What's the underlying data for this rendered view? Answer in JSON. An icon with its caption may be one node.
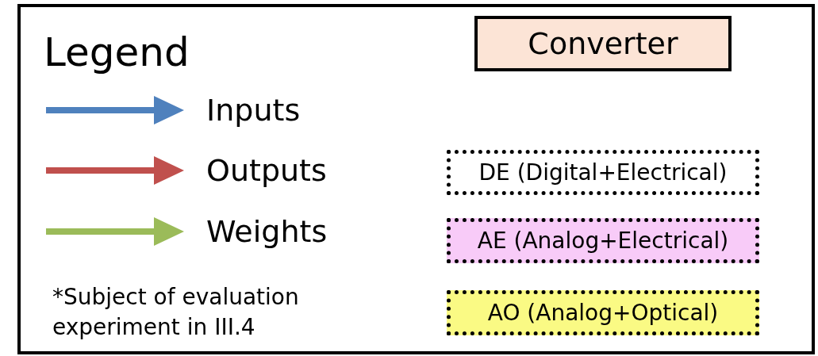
{
  "diagram": {
    "title": "Legend",
    "nodes": [
      {
        "text": [
          "Converter"
        ]
      },
      {
        "text": [
          "DE (Digital+Electrical)"
        ]
      },
      {
        "text": [
          "AE (Analog+Electrical)"
        ]
      },
      {
        "text": [
          "AO (Analog+Optical)"
        ]
      }
    ],
    "labels": [
      "*Subject of evaluation experiment in III.4"
    ],
    "legend": [
      {
        "text": "Inputs"
      },
      {
        "text": "Outputs"
      },
      {
        "text": "Weights"
      }
    ]
  }
}
